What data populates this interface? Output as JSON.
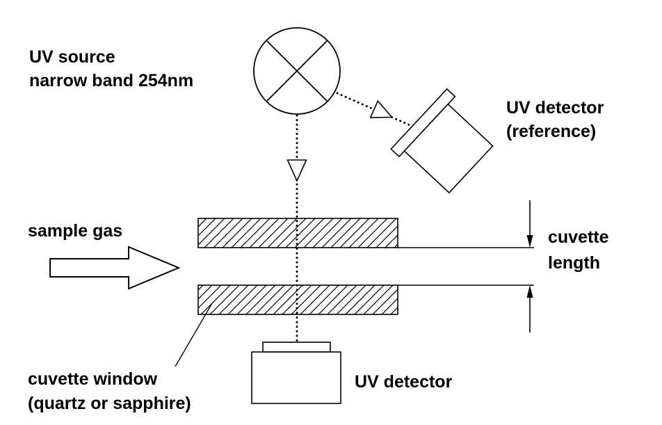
{
  "diagram": {
    "uv_source": {
      "line1": "UV source",
      "line2": "narrow band 254nm"
    },
    "reference_detector": {
      "line1": "UV detector",
      "line2": "(reference)"
    },
    "sample_gas": {
      "label": "sample gas"
    },
    "cuvette_length": {
      "line1": "cuvette",
      "line2": "length"
    },
    "cuvette_window": {
      "line1": "cuvette window",
      "line2": "(quartz or sapphire)"
    },
    "main_detector": {
      "label": "UV detector"
    },
    "colors": {
      "line": "#000000",
      "background": "#ffffff"
    }
  }
}
